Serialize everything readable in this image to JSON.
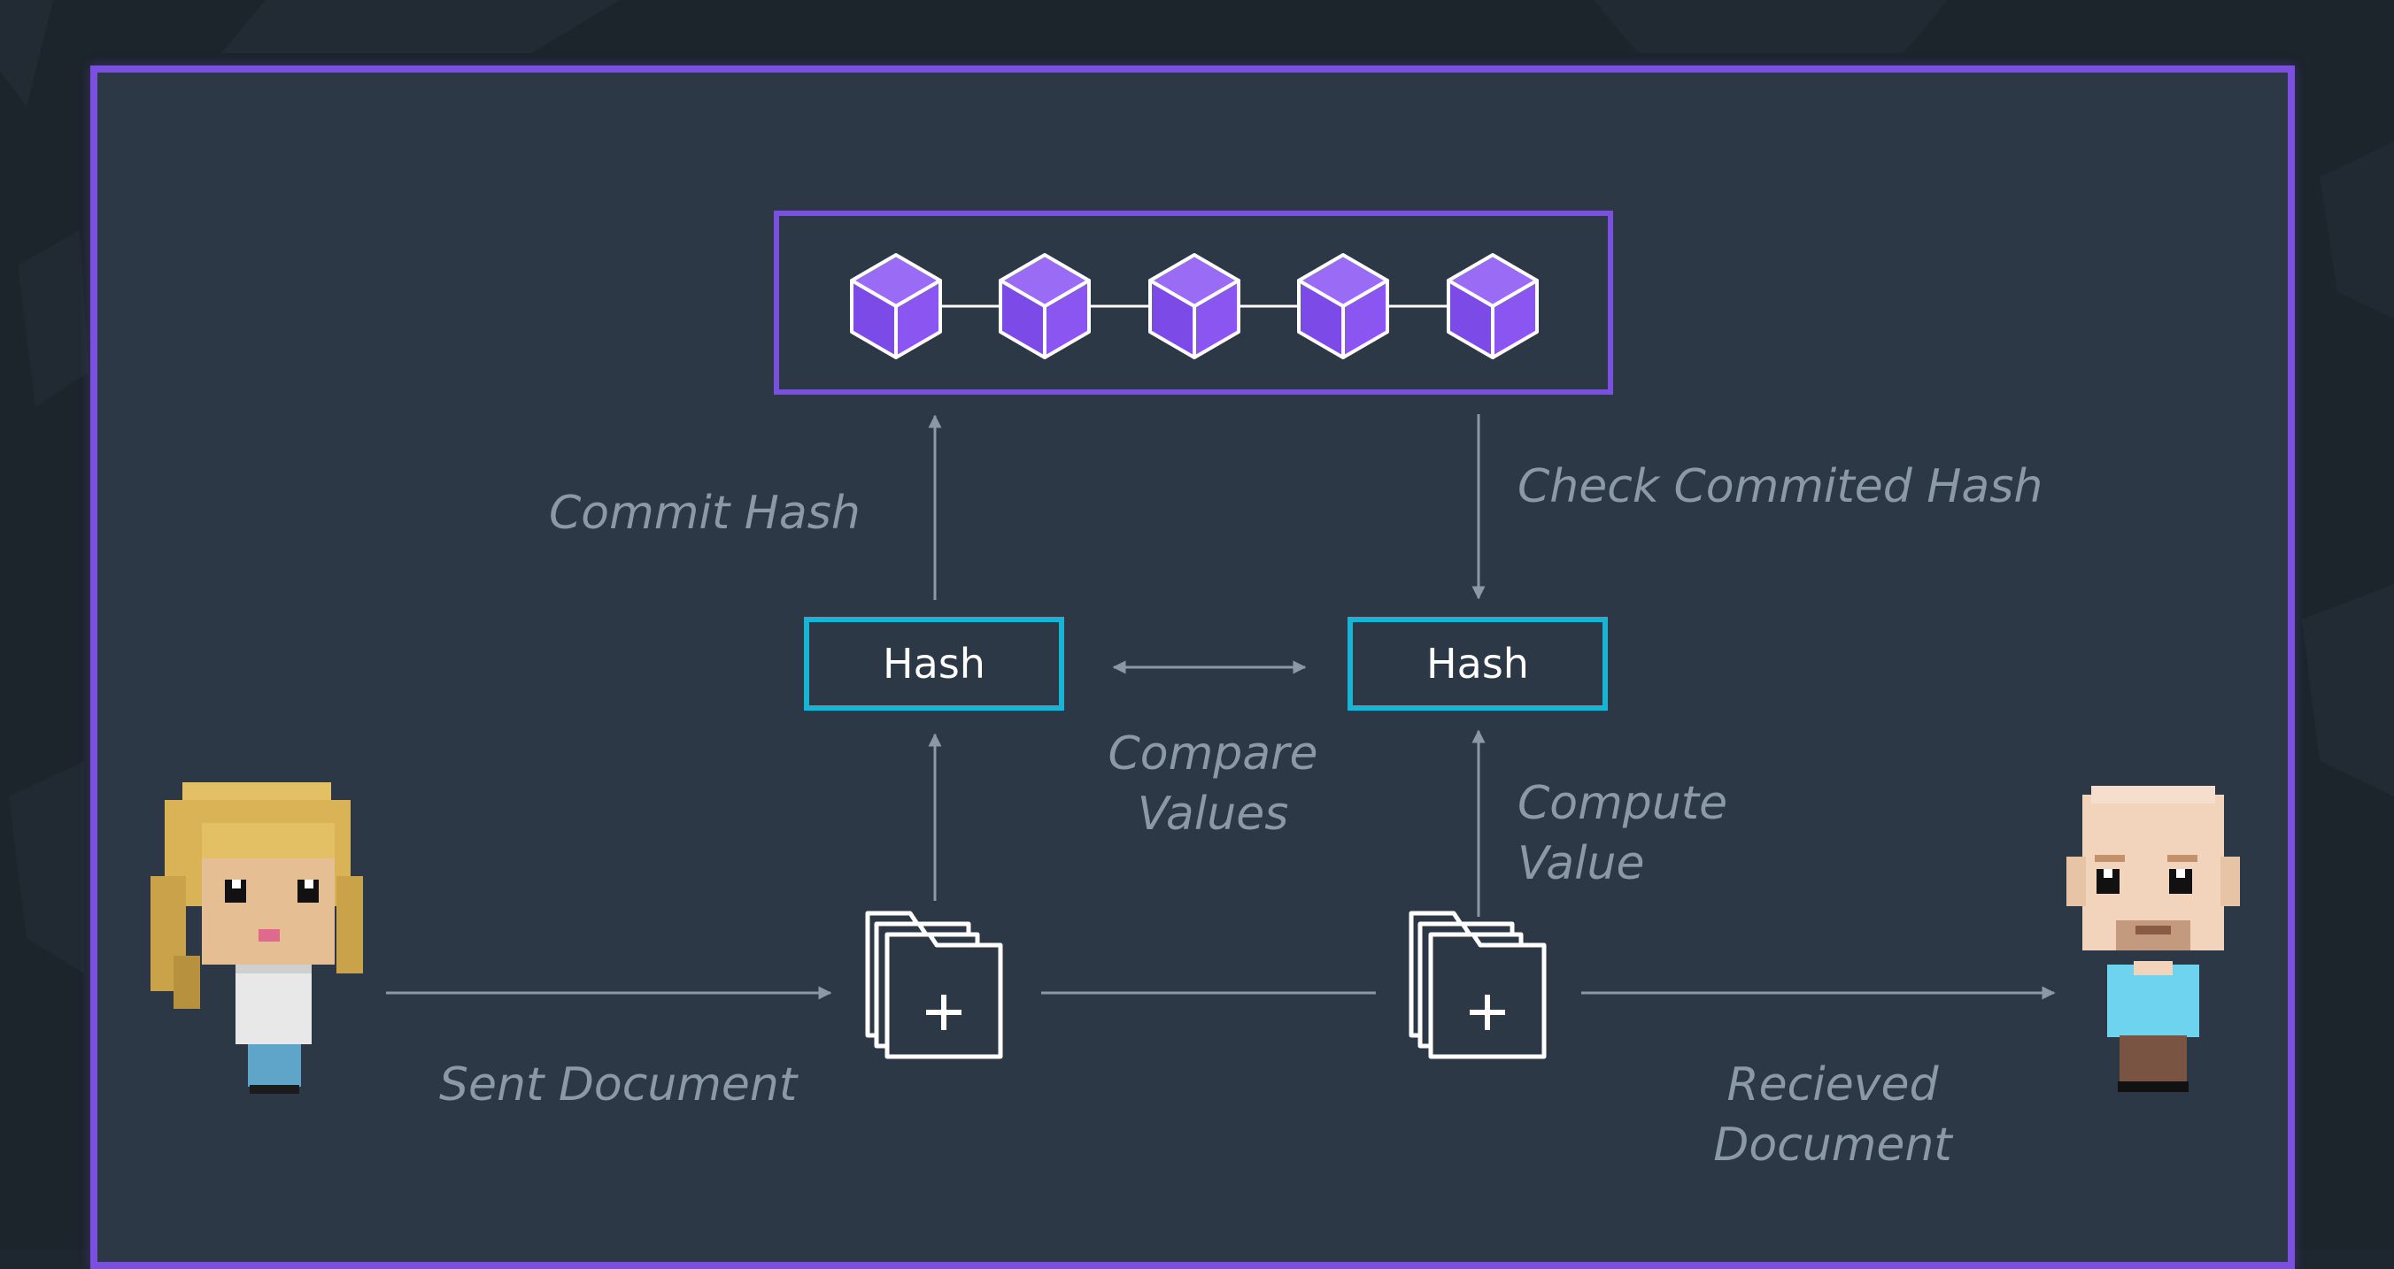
{
  "labels": {
    "commit_hash": "Commit Hash",
    "check_commited_hash": "Check Commited Hash",
    "compare_values": [
      "Compare",
      "Values"
    ],
    "compute_value": [
      "Compute",
      "Value"
    ],
    "sent_document": "Sent Document",
    "recieved_document": [
      "Recieved",
      "Document"
    ]
  },
  "hash_boxes": [
    "Hash",
    "Hash"
  ],
  "blockchain": {
    "block_count": 5
  },
  "colors": {
    "frame": "#7b4fe0",
    "block": "#8a55f0",
    "hash_border": "#19b3d6",
    "arrow": "#8b99a6",
    "panel": "#2c3845"
  },
  "icons": [
    "cube-icon",
    "document-stack-icon",
    "sender-avatar-icon",
    "receiver-avatar-icon",
    "plus-icon"
  ]
}
